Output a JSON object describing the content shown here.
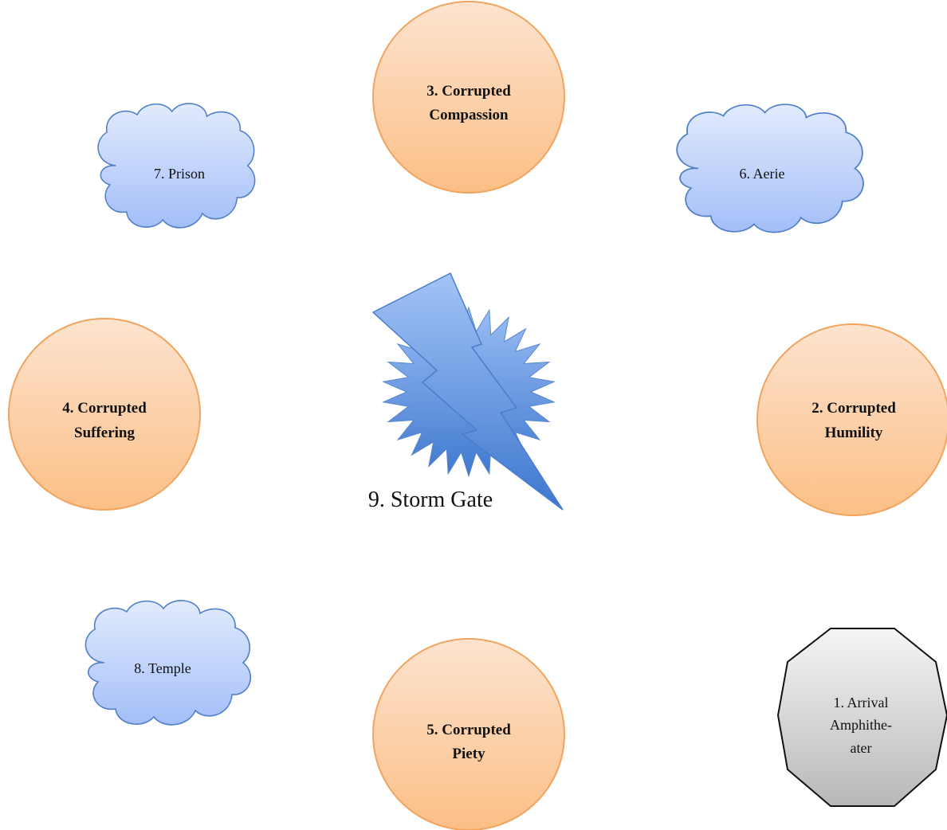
{
  "nodes": {
    "compassion": {
      "lines": [
        "3. Corrupted",
        "Compassion"
      ]
    },
    "humility": {
      "lines": [
        "2. Corrupted",
        "Humility"
      ]
    },
    "suffering": {
      "lines": [
        "4. Corrupted",
        "Suffering"
      ]
    },
    "piety": {
      "lines": [
        "5. Corrupted",
        "Piety"
      ]
    },
    "prison": {
      "label": "7. Prison"
    },
    "aerie": {
      "label": "6. Aerie"
    },
    "temple": {
      "label": "8. Temple"
    },
    "arrival": {
      "lines": [
        "1. Arrival",
        "Amphithe-",
        "ater"
      ]
    },
    "storm_gate": {
      "label": "9. Storm Gate"
    }
  },
  "colors": {
    "circle_fill_top": "#fde3cf",
    "circle_fill_bottom": "#fbbf86",
    "circle_stroke": "#f0a45e",
    "cloud_fill_top": "#dfe8fd",
    "cloud_fill_bottom": "#a6c0f8",
    "cloud_stroke": "#4f7fc8",
    "octagon_fill_top": "#f4f4f4",
    "octagon_fill_bottom": "#b9b9b9",
    "octagon_stroke": "#111111",
    "bolt_fill_top": "#9cc0f6",
    "bolt_fill_bottom": "#3f7ad0"
  }
}
